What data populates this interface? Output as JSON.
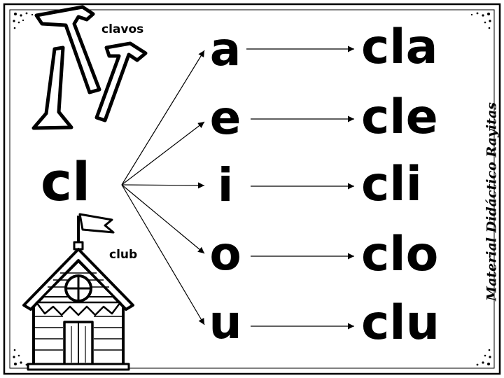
{
  "main_digraph": "cl",
  "picture_words": {
    "top": "clavos",
    "bottom": "club"
  },
  "vowels": [
    "a",
    "e",
    "i",
    "o",
    "u"
  ],
  "syllables": [
    "cla",
    "cle",
    "cli",
    "clo",
    "clu"
  ],
  "credit": "Material Didáctico Rayitas",
  "icons": {
    "top": "nails-icon",
    "bottom": "clubhouse-icon"
  }
}
